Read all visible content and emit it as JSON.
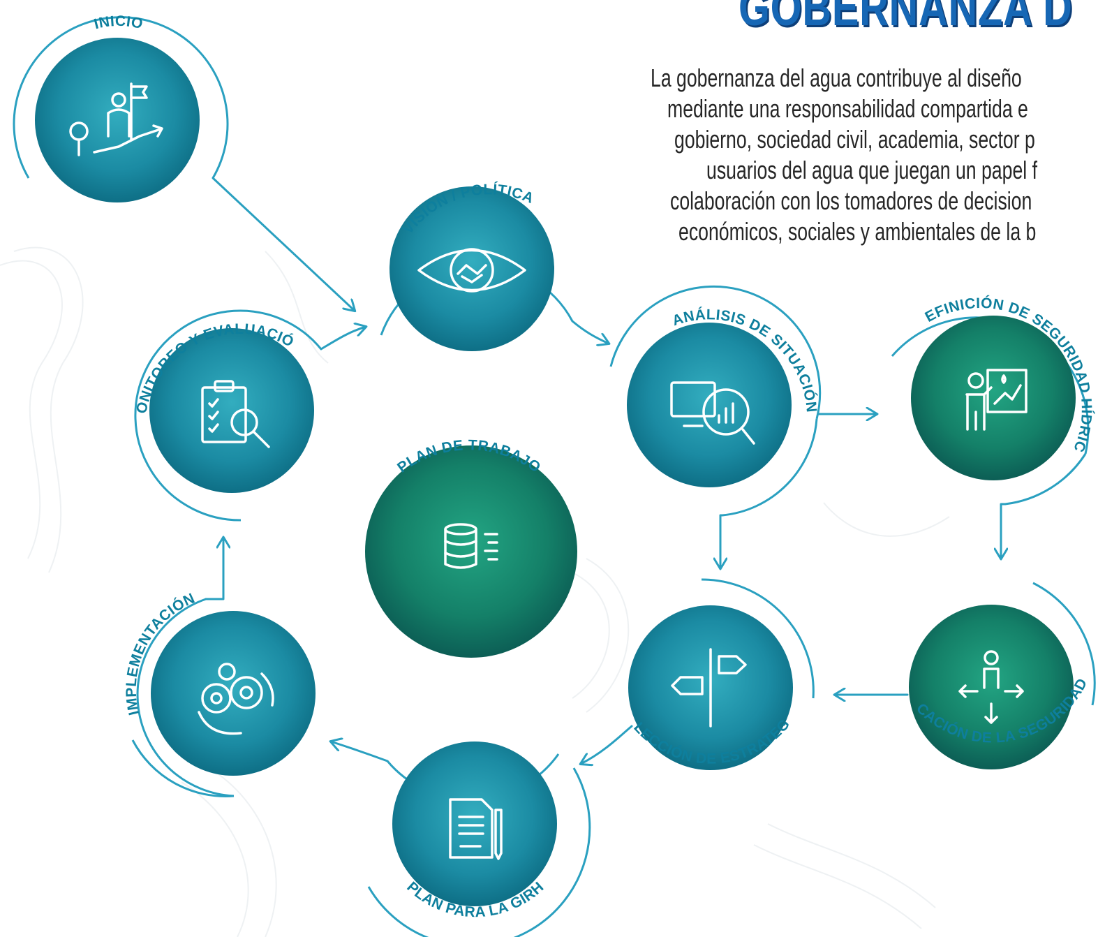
{
  "header": {
    "title": "GOBERNANZA D"
  },
  "intro_lines": [
    "La gobernanza del agua contribuye al diseño",
    "mediante una responsabilidad compartida e",
    "gobierno, sociedad civil, academia, sector p",
    "usuarios del agua que juegan un papel f",
    "colaboración con los tomadores de decision",
    "económicos, sociales y ambientales de la b"
  ],
  "nodes": {
    "inicio": {
      "label": "INICIO",
      "icon": "person-flag-growth-icon"
    },
    "vision": {
      "label": "VISIÓN / POLÍTICA",
      "icon": "eye-handshake-icon"
    },
    "analisis": {
      "label": "ANÁLISIS DE SITUACIÓN",
      "icon": "monitor-magnifier-chart-icon"
    },
    "definicion": {
      "label": "DEFINICIÓN DE SEGURIDAD HÍDRICA",
      "icon": "presenter-board-icon"
    },
    "cualificacion": {
      "label": "CUALIFICACIÓN DE LA SEGURIDAD HÍDRICA",
      "icon": "person-directions-icon"
    },
    "seleccion": {
      "label": "SELECCIÓN DE ESTRATEGIA",
      "icon": "signpost-ab-icon"
    },
    "plan_girh": {
      "label": "PLAN PARA LA GIRH",
      "icon": "document-pen-icon"
    },
    "implementacion": {
      "label": "IMPLEMENTACIÓN",
      "icon": "gears-cycle-icon"
    },
    "monitoreo": {
      "label": "MONITOREO Y EVALUACIÓN",
      "icon": "clipboard-magnifier-icon"
    },
    "plan_trabajo": {
      "label": "PLAN DE TRABAJO",
      "icon": "database-list-icon"
    }
  },
  "colors": {
    "title": "#1667b5",
    "title_shadow": "#0d3f79",
    "node_teal_center": "#2fa6b8",
    "node_teal_edge": "#0e6f86",
    "node_green_center": "#1f9b7c",
    "node_green_edge": "#0c5e55",
    "ring": "#2aa0c0",
    "label": "#0e7f9d",
    "body_text": "#262626"
  }
}
